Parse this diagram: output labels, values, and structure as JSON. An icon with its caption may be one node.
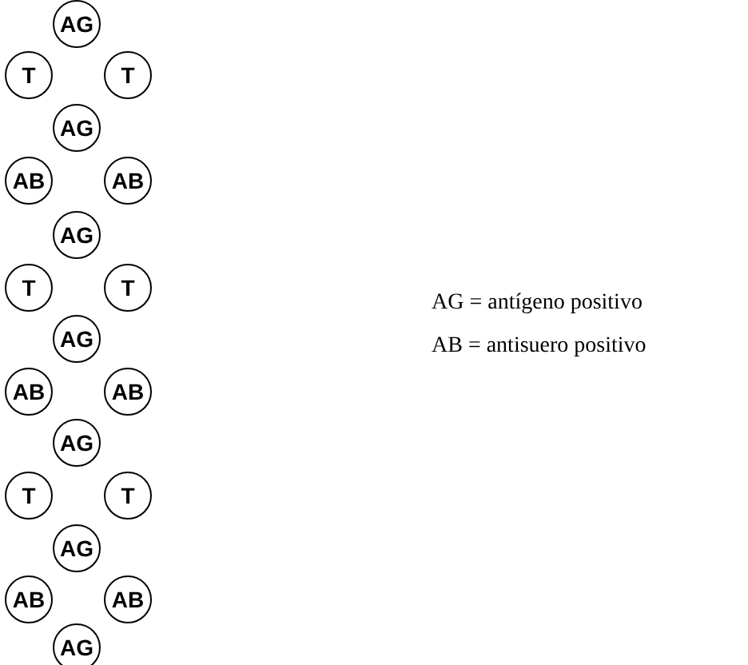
{
  "diagram": {
    "nodes": [
      {
        "text": [
          "AG"
        ]
      },
      {
        "text": [
          "T"
        ]
      },
      {
        "text": [
          "T"
        ]
      },
      {
        "text": [
          "AG"
        ]
      },
      {
        "text": [
          "AB"
        ]
      },
      {
        "text": [
          "AB"
        ]
      },
      {
        "text": [
          "AG"
        ]
      },
      {
        "text": [
          "T"
        ]
      },
      {
        "text": [
          "T"
        ]
      },
      {
        "text": [
          "AG"
        ]
      },
      {
        "text": [
          "AB"
        ]
      },
      {
        "text": [
          "AB"
        ]
      },
      {
        "text": [
          "AG"
        ]
      },
      {
        "text": [
          "T"
        ]
      },
      {
        "text": [
          "T"
        ]
      },
      {
        "text": [
          "AG"
        ]
      },
      {
        "text": [
          "AB"
        ]
      },
      {
        "text": [
          "AB"
        ]
      },
      {
        "text": [
          "AG"
        ]
      }
    ],
    "edges": [],
    "labels": [
      "AG = antígeno positivo",
      "AB = antisuero positivo"
    ]
  }
}
